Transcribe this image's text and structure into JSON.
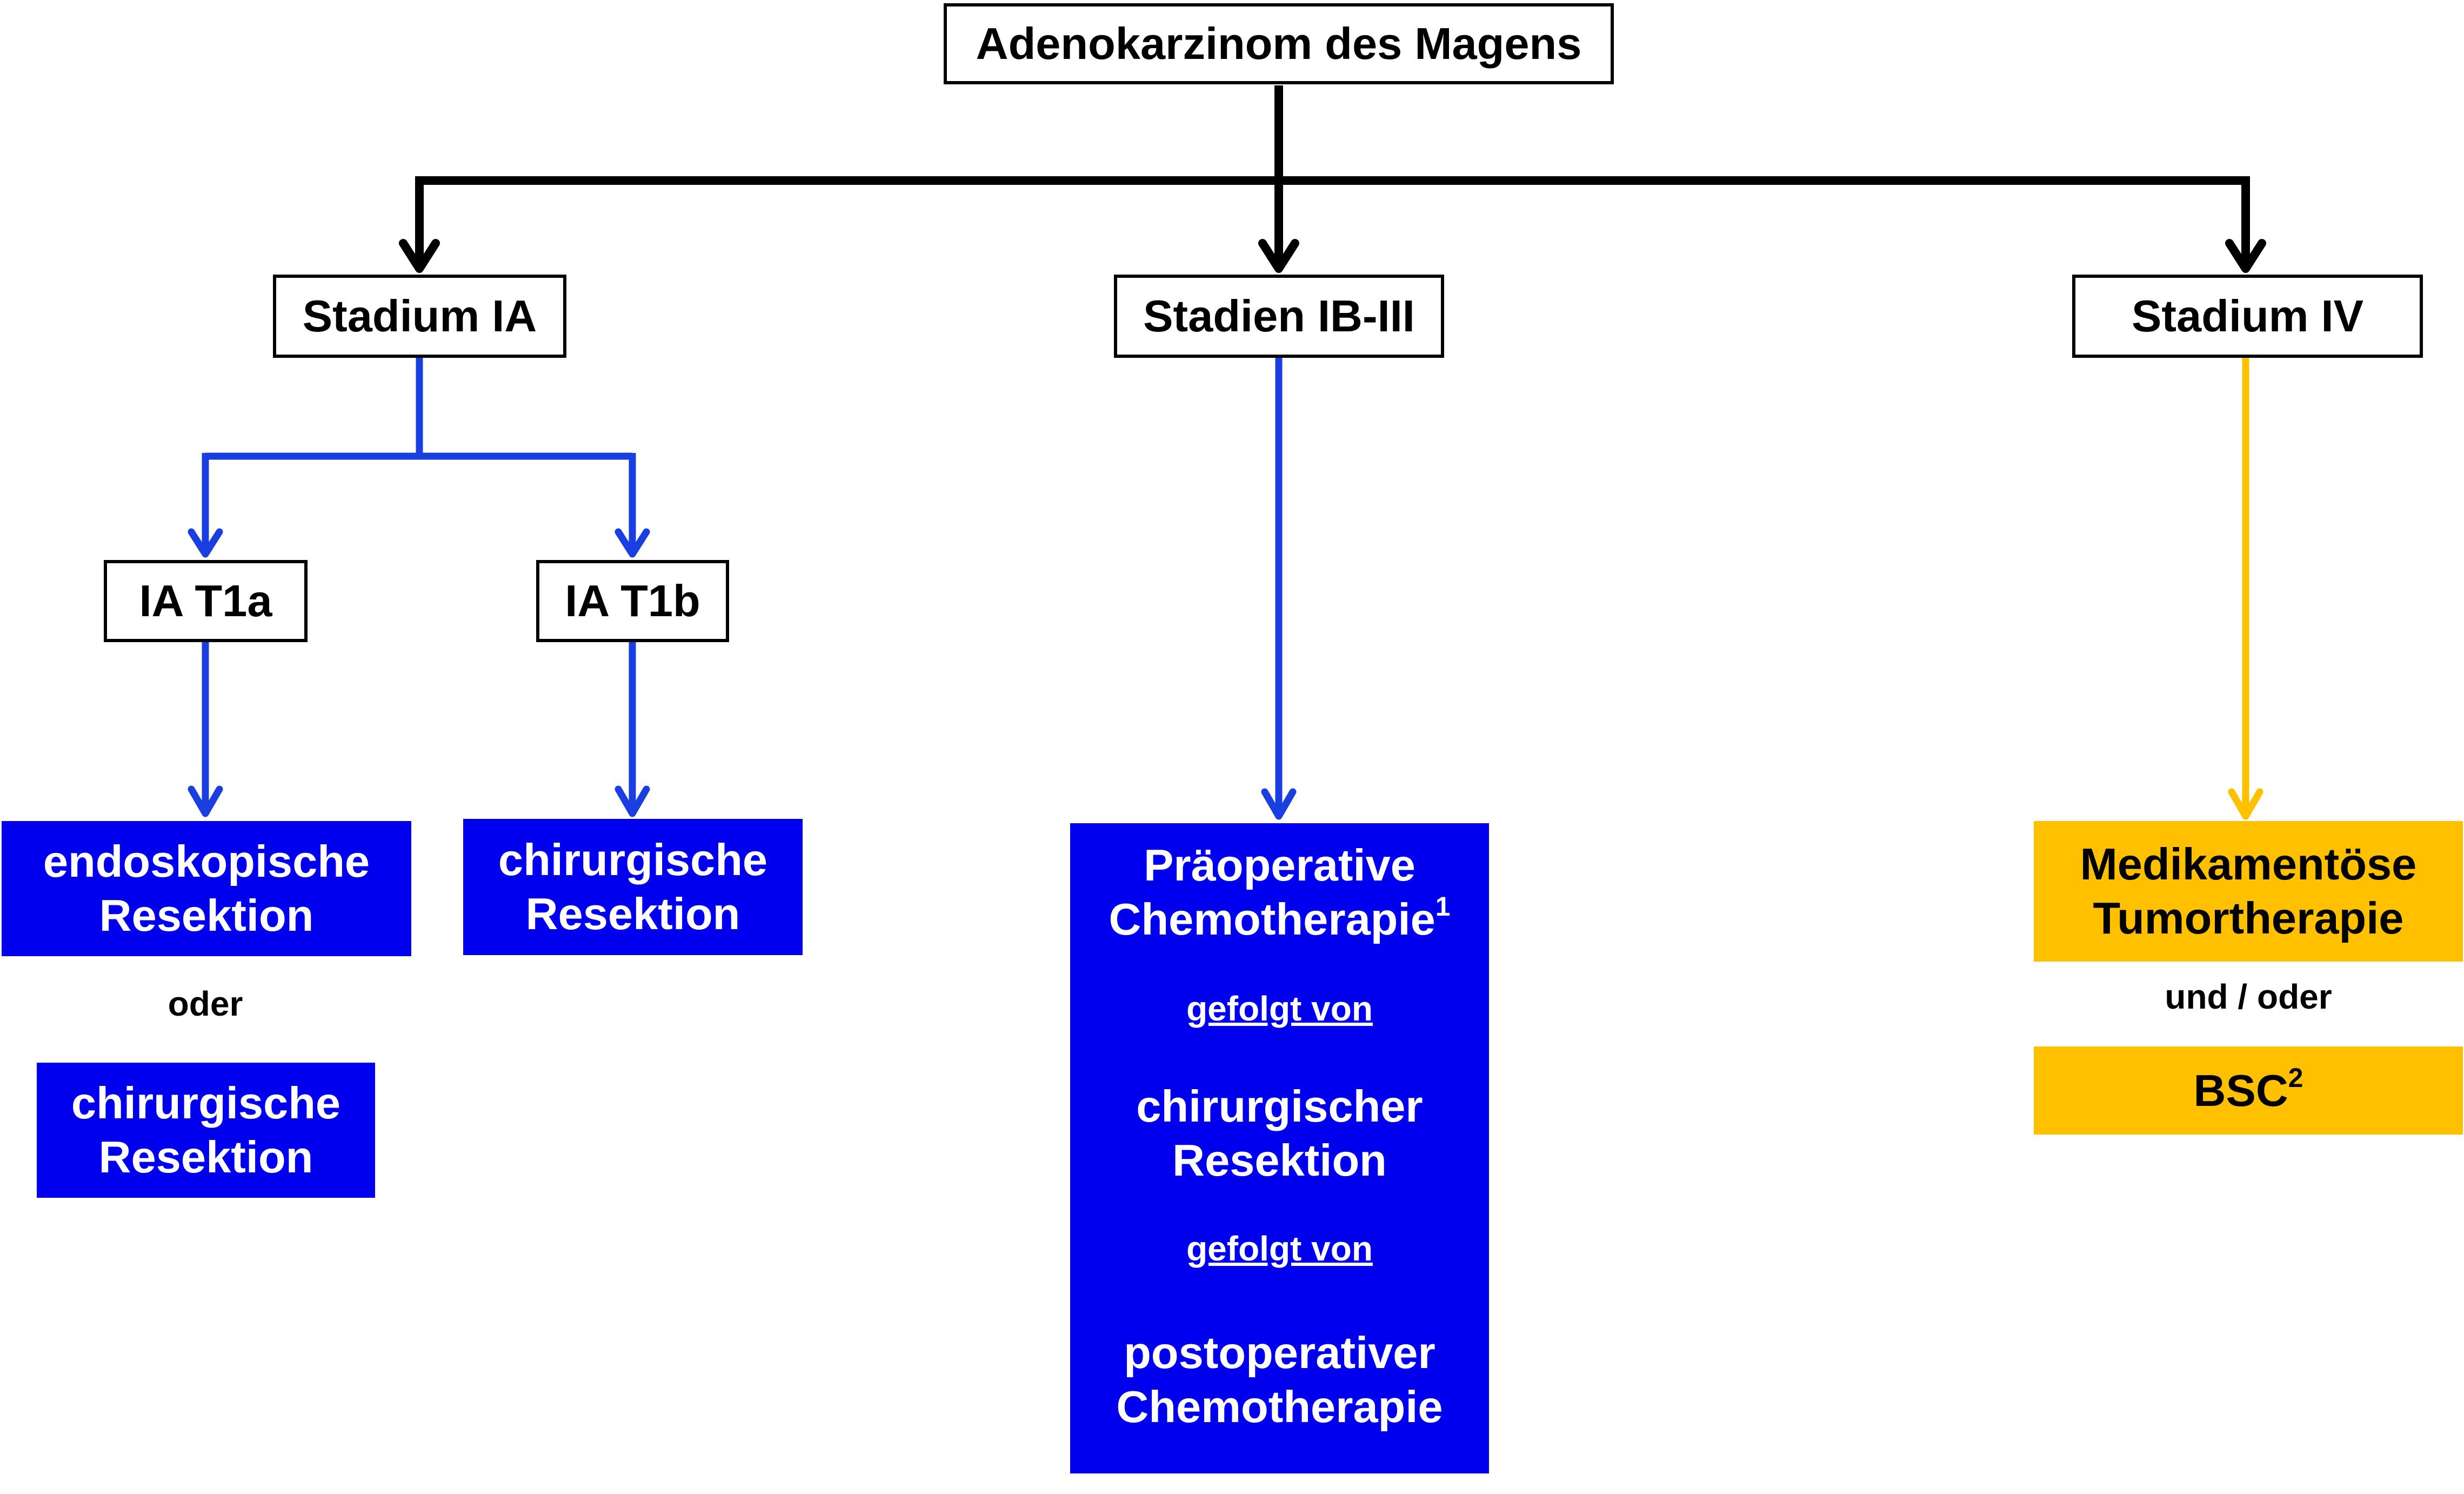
{
  "root": {
    "label": "Adenokarzinom des Magens"
  },
  "stages": {
    "ia": {
      "label": "Stadium IA"
    },
    "ib_iii": {
      "label": "Stadien IB-III"
    },
    "iv": {
      "label": "Stadium IV"
    }
  },
  "substages": {
    "t1a": {
      "label": "IA T1a"
    },
    "t1b": {
      "label": "IA T1b"
    }
  },
  "therapies": {
    "t1a_primary": {
      "line1": "endoskopische",
      "line2": "Resektion"
    },
    "t1a_or": "oder",
    "t1a_alt": {
      "line1": "chirurgische",
      "line2": "Resektion"
    },
    "t1b": {
      "line1": "chirurgische",
      "line2": "Resektion"
    },
    "ib_iii": {
      "step1_line1": "Präoperative",
      "step1_line2": "Chemotherapie",
      "step1_sup": "1",
      "connector1": "gefolgt von",
      "step2_line1": "chirurgischer",
      "step2_line2": "Resektion",
      "connector2": "gefolgt von",
      "step3_line1": "postoperativer",
      "step3_line2": "Chemotherapie"
    },
    "iv_primary": {
      "line1": "Medikamentöse",
      "line2": "Tumortherapie"
    },
    "iv_connector": "und / oder",
    "iv_alt": {
      "label": "BSC",
      "sup": "2"
    }
  },
  "colors": {
    "black_connector": "#000000",
    "blue_connector": "#1a3fe0",
    "gold_connector": "#ffc000",
    "blue_box": "#0000ee",
    "gold_box": "#ffc000"
  }
}
